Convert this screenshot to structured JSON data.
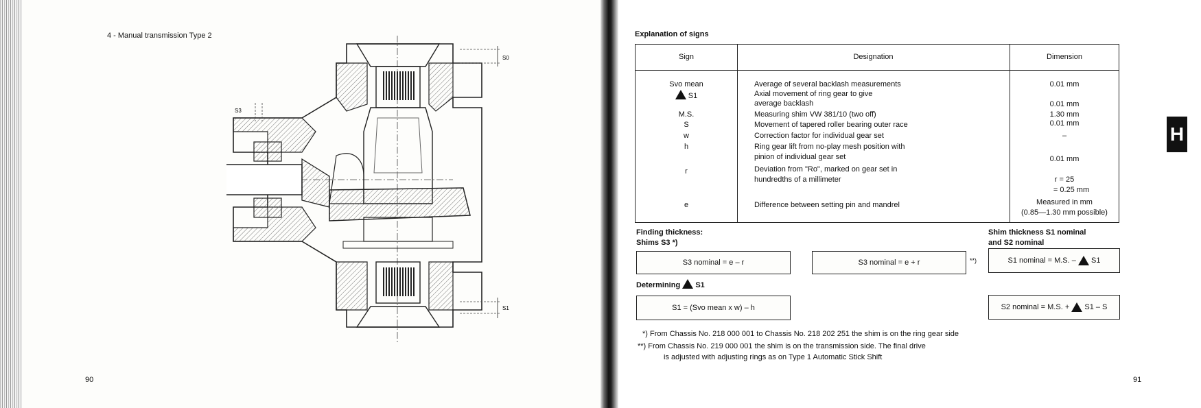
{
  "left_page": {
    "heading": "4 - Manual transmission Type 2",
    "page_number": "90",
    "diagram_labels": {
      "s3": "S3",
      "s0": "S0",
      "s1": "S1"
    }
  },
  "right_page": {
    "heading": "Explanation of signs",
    "page_number": "91",
    "tab_letter": "H",
    "table": {
      "headers": [
        "Sign",
        "Designation",
        "Dimension"
      ],
      "rows": [
        {
          "sign": "Svo mean",
          "designation": [
            "Average of several backlash measurements"
          ],
          "dimension": [
            "0.01 mm"
          ]
        },
        {
          "sign": "S1",
          "sign_has_triangle": true,
          "designation": [
            "Axial movement of ring gear to give",
            "average backlash"
          ],
          "dimension": [
            "",
            "0.01 mm"
          ]
        },
        {
          "sign": "M.S.",
          "designation": [
            "Measuring shim VW 381/10 (two off)"
          ],
          "dimension": [
            "1.30 mm"
          ]
        },
        {
          "sign": "S",
          "designation": [
            "Movement of tapered roller bearing outer race"
          ],
          "dimension": [
            "0.01 mm"
          ]
        },
        {
          "sign": "w",
          "designation": [
            "Correction factor for individual gear set"
          ],
          "dimension": [
            "–"
          ]
        },
        {
          "sign": "h",
          "designation": [
            "Ring gear lift from no-play mesh position with",
            "pinion of individual gear set"
          ],
          "dimension": [
            "",
            "0.01 mm"
          ]
        },
        {
          "sign": "r",
          "designation": [
            "Deviation from \"Ro\", marked on gear set in",
            "hundredths of a millimeter"
          ],
          "dimension": [
            "",
            "r = 25",
            "= 0.25 mm"
          ]
        },
        {
          "sign": "e",
          "designation": [
            "Difference between setting pin and mandrel"
          ],
          "dimension": [
            "Measured in mm",
            "(0.85—1.30 mm possible)"
          ]
        }
      ]
    },
    "finding": {
      "line1": "Finding thickness:",
      "line2": "Shims S3 *)"
    },
    "shim_nominal": {
      "line1": "Shim thickness S1 nominal",
      "line2": "and S2 nominal"
    },
    "determining": "Determining",
    "determining_sign": "S1",
    "formulas": {
      "s3_minus": "S3 nominal = e – r",
      "s3_plus": "S3 nominal = e + r",
      "s3_plus_mark": "**)",
      "s1_nominal": "S1 nominal = M.S. –",
      "s1_nominal_sign": "S1",
      "s1_calc": "S1 = (Svo mean x w) – h",
      "s2_nominal": "S2 nominal = M.S. +",
      "s2_nominal_tail": "S1 – S"
    },
    "footnotes": [
      "*) From Chassis No. 218 000 001 to Chassis No. 218 202 251 the shim is on the ring gear side",
      "**) From Chassis No. 219 000 001 the shim is on the transmission side. The final drive",
      "is adjusted with adjusting rings as on Type 1 Automatic Stick Shift"
    ]
  }
}
